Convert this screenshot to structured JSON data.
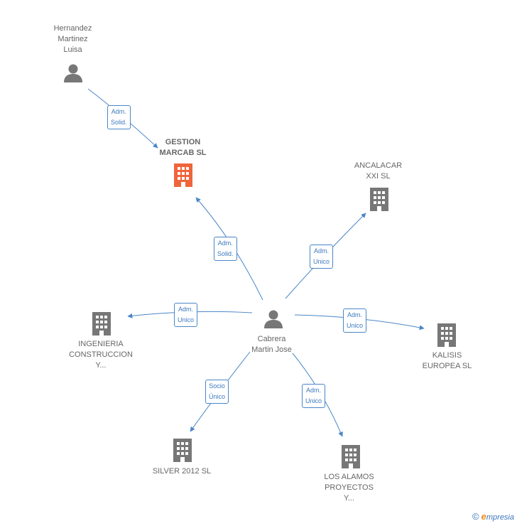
{
  "nodes": {
    "hernandez": {
      "label": "Hernandez\nMartinez\nLuisa",
      "kind": "person"
    },
    "gestion": {
      "label": "GESTION\nMARCAB SL",
      "kind": "company-main"
    },
    "ancalacar": {
      "label": "ANCALACAR\nXXI SL",
      "kind": "company"
    },
    "ingenieria": {
      "label": "INGENIERIA\nCONSTRUCCION\nY...",
      "kind": "company"
    },
    "cabrera": {
      "label": "Cabrera\nMartin Jose",
      "kind": "person"
    },
    "kalisis": {
      "label": "KALISIS\nEUROPEA SL",
      "kind": "company"
    },
    "silver": {
      "label": "SILVER 2012 SL",
      "kind": "company"
    },
    "alamos": {
      "label": "LOS ALAMOS\nPROYECTOS\nY...",
      "kind": "company"
    }
  },
  "edges": [
    {
      "from": "hernandez",
      "to": "gestion",
      "label": "Adm.\nSolid."
    },
    {
      "from": "cabrera",
      "to": "gestion",
      "label": "Adm.\nSolid."
    },
    {
      "from": "cabrera",
      "to": "ancalacar",
      "label": "Adm.\nUnico"
    },
    {
      "from": "cabrera",
      "to": "ingenieria",
      "label": "Adm.\nUnico"
    },
    {
      "from": "cabrera",
      "to": "kalisis",
      "label": "Adm.\nUnico"
    },
    {
      "from": "cabrera",
      "to": "silver",
      "label": "Socio\nÚnico"
    },
    {
      "from": "cabrera",
      "to": "alamos",
      "label": "Adm.\nUnico"
    }
  ],
  "colors": {
    "edge": "#4a86c8",
    "icon": "#777777",
    "main_icon": "#f0643c"
  },
  "footer": {
    "copyright": "©",
    "brand_initial": "e",
    "brand_rest": "mpresia"
  }
}
